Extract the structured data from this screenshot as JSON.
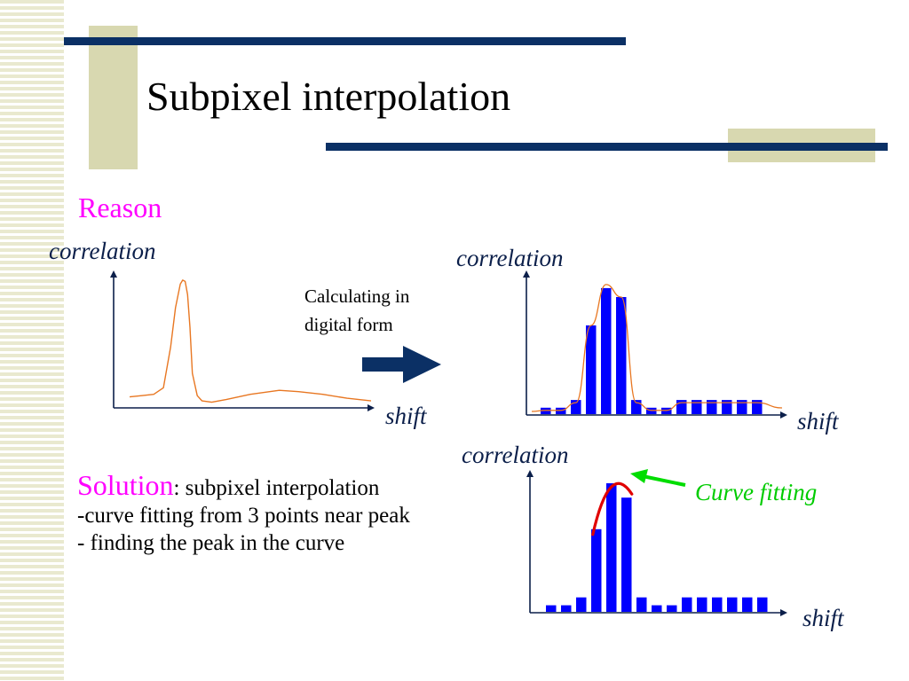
{
  "title": "Subpixel interpolation",
  "reason_label": "Reason",
  "note": [
    "Calculating in",
    "digital form"
  ],
  "solution": {
    "word": "Solution",
    "rest": ": subpixel interpolation",
    "lines": [
      "-curve fitting from 3 points near peak",
      "- finding the peak in the curve"
    ]
  },
  "curve_fitting_label": "Curve fitting",
  "plots": [
    {
      "ylabel": "correlation",
      "xlabel": "shift"
    },
    {
      "ylabel": "correlation",
      "xlabel": "shift"
    },
    {
      "ylabel": "correlation",
      "xlabel": "shift"
    }
  ],
  "colors": {
    "decor_navy": "#0b3065",
    "decor_tan": "#d8d8b0",
    "bar_blue": "#0000ff",
    "curve_orange": "#e87722",
    "fit_red": "#e00000",
    "arrow_green": "#00dd00",
    "heading_magenta": "#ff00ff",
    "axis_navy": "#0b1f4a"
  },
  "chart_data": [
    {
      "type": "line",
      "ylabel": "correlation",
      "xlabel": "shift",
      "series": [
        {
          "x": [
            0,
            5,
            10,
            14,
            17,
            19,
            21,
            22,
            23,
            24,
            25,
            26,
            28,
            30,
            34,
            40,
            50,
            62,
            70,
            80,
            90,
            100
          ],
          "y": [
            0.07,
            0.08,
            0.09,
            0.14,
            0.45,
            0.75,
            0.93,
            0.96,
            0.95,
            0.85,
            0.6,
            0.25,
            0.08,
            0.04,
            0.03,
            0.05,
            0.09,
            0.12,
            0.11,
            0.09,
            0.06,
            0.04
          ]
        }
      ]
    },
    {
      "type": "bar",
      "ylabel": "correlation",
      "xlabel": "shift",
      "values": [
        0.05,
        0.05,
        0.11,
        0.69,
        0.98,
        0.91,
        0.11,
        0.05,
        0.05,
        0.11,
        0.11,
        0.11,
        0.11,
        0.11,
        0.11
      ]
    },
    {
      "type": "bar",
      "ylabel": "correlation",
      "xlabel": "shift",
      "values": [
        0.05,
        0.05,
        0.11,
        0.63,
        0.98,
        0.87,
        0.11,
        0.05,
        0.05,
        0.11,
        0.11,
        0.11,
        0.11,
        0.11,
        0.11
      ]
    }
  ]
}
